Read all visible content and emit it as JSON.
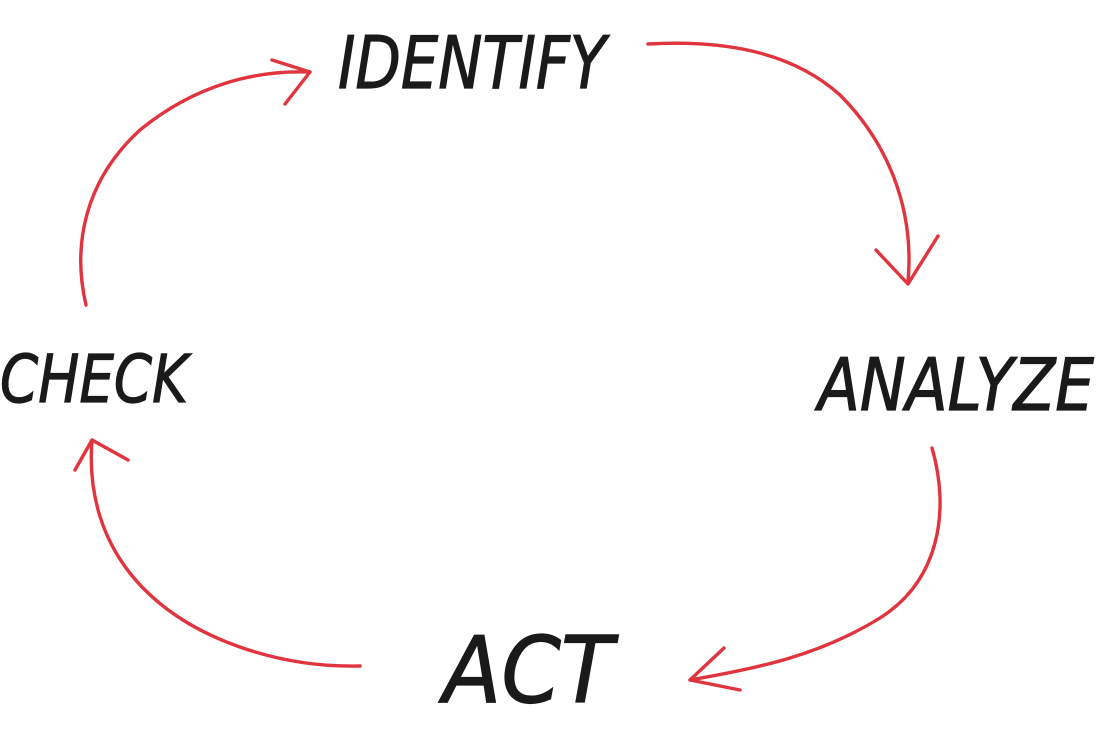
{
  "diagram": {
    "type": "cycle",
    "stages": [
      {
        "key": "identify",
        "label": "IDENTIFY"
      },
      {
        "key": "analyze",
        "label": "ANALYZE"
      },
      {
        "key": "act",
        "label": "ACT"
      },
      {
        "key": "check",
        "label": "CHECK"
      }
    ],
    "connections": [
      {
        "from": "identify",
        "to": "analyze"
      },
      {
        "from": "analyze",
        "to": "act"
      },
      {
        "from": "act",
        "to": "check"
      },
      {
        "from": "check",
        "to": "identify"
      }
    ],
    "colors": {
      "arrow": "#e0343e",
      "text": "#1a1a1a",
      "background": "#ffffff"
    }
  }
}
